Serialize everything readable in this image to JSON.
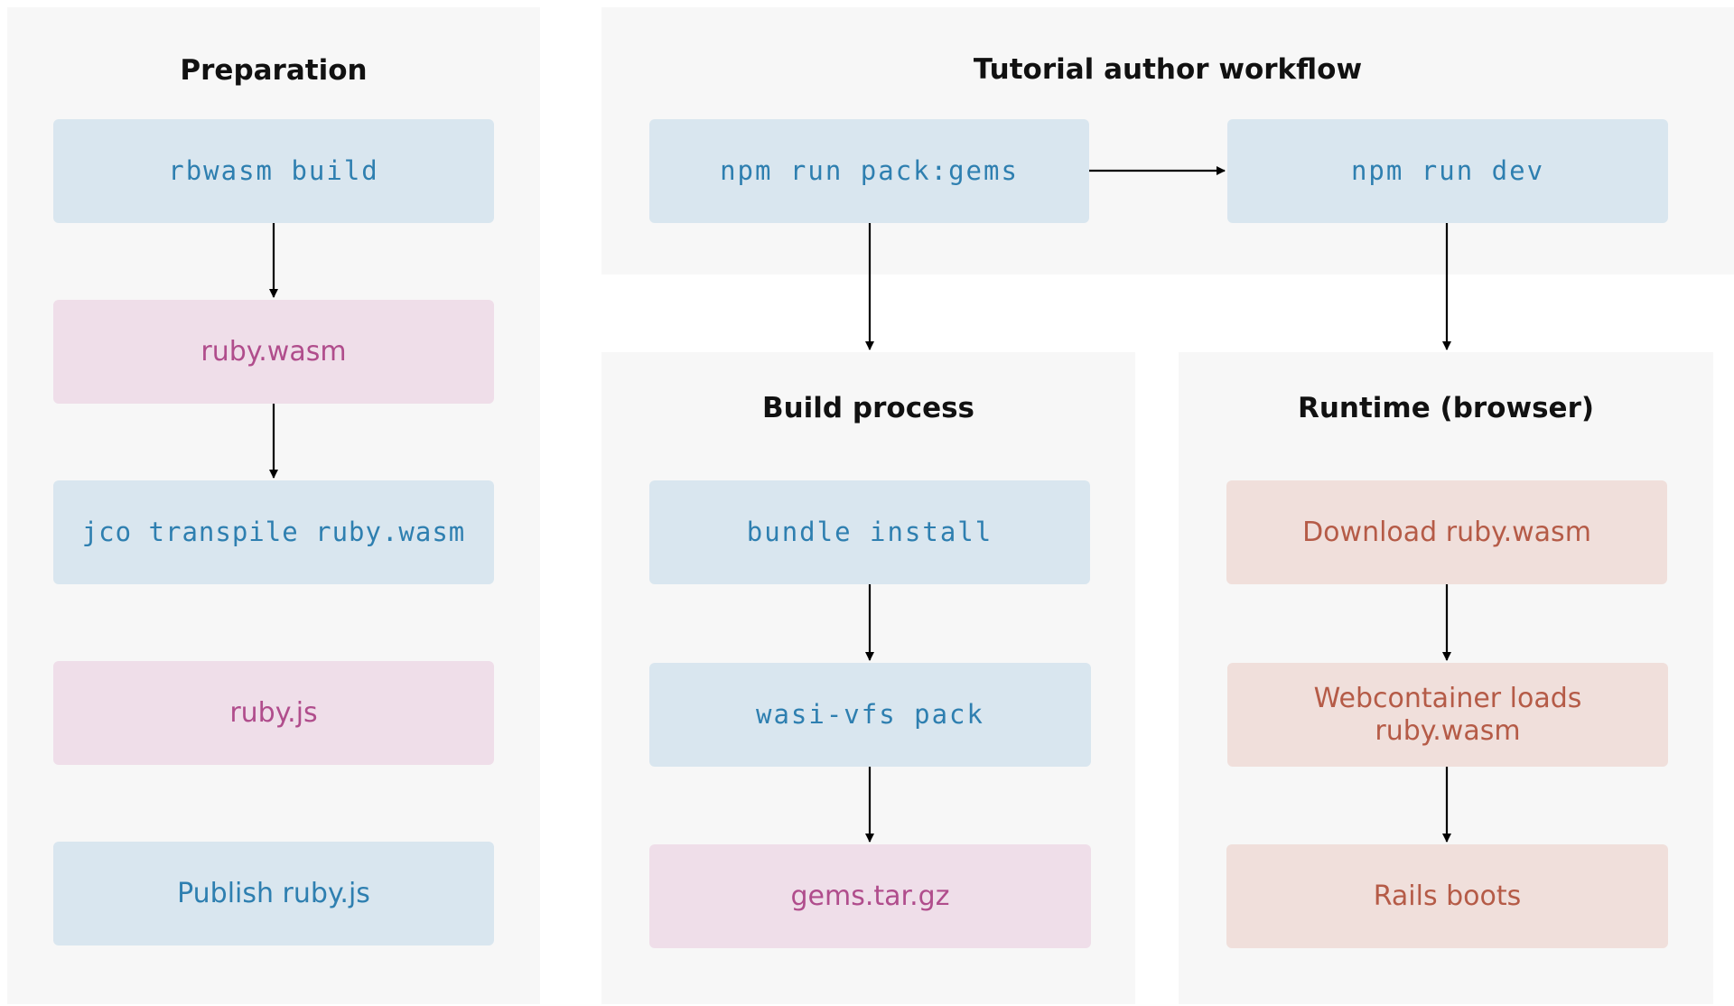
{
  "panels": {
    "preparation": "Preparation",
    "workflow": "Tutorial author workflow",
    "build": "Build process",
    "runtime": "Runtime (browser)"
  },
  "nodes": {
    "rbwasm_build": "rbwasm build",
    "ruby_wasm": "ruby.wasm",
    "jco_transpile": "jco transpile ruby.wasm",
    "ruby_js": "ruby.js",
    "publish_ruby_js": "Publish ruby.js",
    "npm_pack_gems": "npm run pack:gems",
    "npm_run_dev": "npm run dev",
    "bundle_install": "bundle install",
    "wasi_vfs_pack": "wasi-vfs pack",
    "gems_tar": "gems.tar.gz",
    "download_wasm": "Download ruby.wasm",
    "webcontainer_loads": "Webcontainer loads ruby.wasm",
    "rails_boots": "Rails boots"
  },
  "colors": {
    "panel_bg": "#f7f7f7",
    "blue_fill": "#d9e6ef",
    "blue_text": "#2e7fb0",
    "pink_fill": "#efdee9",
    "pink_text": "#b04d8c",
    "salmon_fill": "#f0dfdb",
    "salmon_text": "#b55b47"
  }
}
